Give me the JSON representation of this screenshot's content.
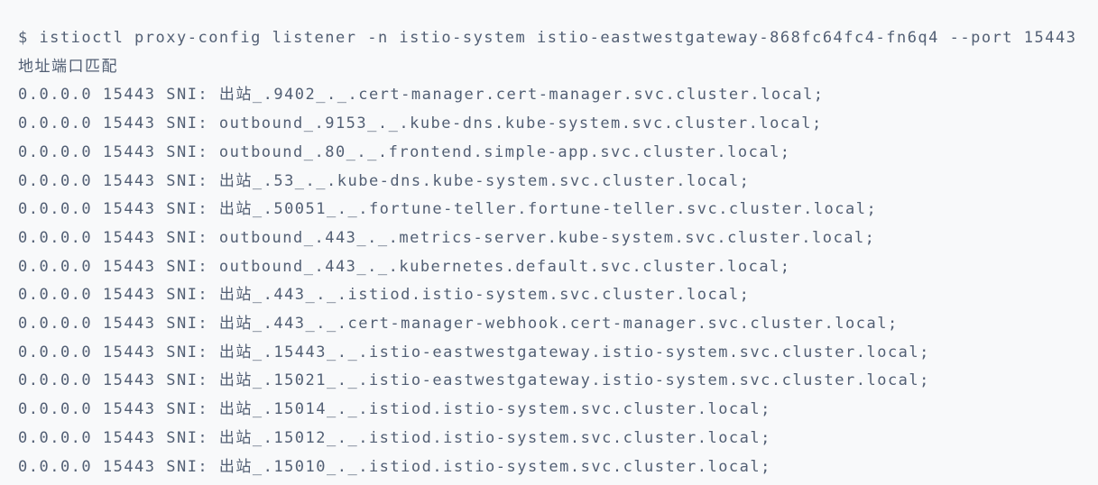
{
  "terminal": {
    "background_color": "#f8f9fa",
    "text_color": "#525f74",
    "prompt": "$",
    "command": "istioctl proxy-config listener -n istio-system istio-eastwestgateway-868fc64fc4-fn6q4 --port 15443",
    "header": "地址端口匹配",
    "match_label": "SNI:",
    "rows": [
      {
        "address": "0.0.0.0",
        "port": "15443",
        "match_label": "SNI:",
        "sni": "出站_.9402_._.cert-manager.cert-manager.svc.cluster.local;"
      },
      {
        "address": "0.0.0.0",
        "port": "15443",
        "match_label": "SNI:",
        "sni": "outbound_.9153_._.kube-dns.kube-system.svc.cluster.local;"
      },
      {
        "address": "0.0.0.0",
        "port": "15443",
        "match_label": "SNI:",
        "sni": "outbound_.80_._.frontend.simple-app.svc.cluster.local;"
      },
      {
        "address": "0.0.0.0",
        "port": "15443",
        "match_label": "SNI:",
        "sni": "出站_.53_._.kube-dns.kube-system.svc.cluster.local;"
      },
      {
        "address": "0.0.0.0",
        "port": "15443",
        "match_label": "SNI:",
        "sni": "出站_.50051_._.fortune-teller.fortune-teller.svc.cluster.local;"
      },
      {
        "address": "0.0.0.0",
        "port": "15443",
        "match_label": "SNI:",
        "sni": "outbound_.443_._.metrics-server.kube-system.svc.cluster.local;"
      },
      {
        "address": "0.0.0.0",
        "port": "15443",
        "match_label": "SNI:",
        "sni": "outbound_.443_._.kubernetes.default.svc.cluster.local;"
      },
      {
        "address": "0.0.0.0",
        "port": "15443",
        "match_label": "SNI:",
        "sni": "出站_.443_._.istiod.istio-system.svc.cluster.local;"
      },
      {
        "address": "0.0.0.0",
        "port": "15443",
        "match_label": "SNI:",
        "sni": "出站_.443_._.cert-manager-webhook.cert-manager.svc.cluster.local;"
      },
      {
        "address": "0.0.0.0",
        "port": "15443",
        "match_label": "SNI:",
        "sni": "出站_.15443_._.istio-eastwestgateway.istio-system.svc.cluster.local;"
      },
      {
        "address": "0.0.0.0",
        "port": "15443",
        "match_label": "SNI:",
        "sni": "出站_.15021_._.istio-eastwestgateway.istio-system.svc.cluster.local;"
      },
      {
        "address": "0.0.0.0",
        "port": "15443",
        "match_label": "SNI:",
        "sni": "出站_.15014_._.istiod.istio-system.svc.cluster.local;"
      },
      {
        "address": "0.0.0.0",
        "port": "15443",
        "match_label": "SNI:",
        "sni": "出站_.15012_._.istiod.istio-system.svc.cluster.local;"
      },
      {
        "address": "0.0.0.0",
        "port": "15443",
        "match_label": "SNI:",
        "sni": "出站_.15010_._.istiod.istio-system.svc.cluster.local;"
      }
    ]
  }
}
